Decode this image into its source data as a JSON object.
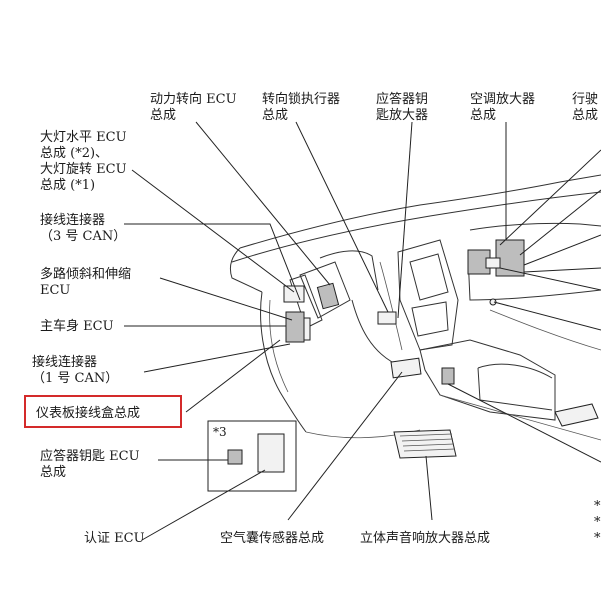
{
  "labels": {
    "power_steering_1": "动力转向 ECU",
    "power_steering_2": "总成",
    "steering_lock_1": "转向锁执行器",
    "steering_lock_2": "总成",
    "transponder_amp_1": "应答器钥",
    "transponder_amp_2": "匙放大器",
    "ac_amp_1": "空调放大器",
    "ac_amp_2": "总成",
    "driving_1": "行驶",
    "driving_2": "总成",
    "headlamp_1": "大灯水平 ECU",
    "headlamp_2": "总成 (*2)、",
    "headlamp_3": "大灯旋转 ECU",
    "headlamp_4": "总成 (*1)",
    "junction3_1": "接线连接器",
    "junction3_2": "（3 号 CAN）",
    "tilt_1": "多路倾斜和伸缩",
    "tilt_2": "ECU",
    "main_body": "主车身 ECU",
    "junction1_1": "接线连接器",
    "junction1_2": "（1 号 CAN）",
    "instrument_panel_jb": "仪表板接线盒总成",
    "note3": "*3",
    "transponder_ecu_1": "应答器钥匙 ECU",
    "transponder_ecu_2": "总成",
    "auth_ecu": "认证 ECU",
    "airbag_sensor": "空气囊传感器总成",
    "stereo_amp": "立体声音响放大器总成",
    "footnote_1": "*",
    "footnote_2": "*",
    "footnote_3": "*"
  },
  "highlight": {
    "target": "instrument_panel_jb",
    "color": "#d42a2a"
  }
}
